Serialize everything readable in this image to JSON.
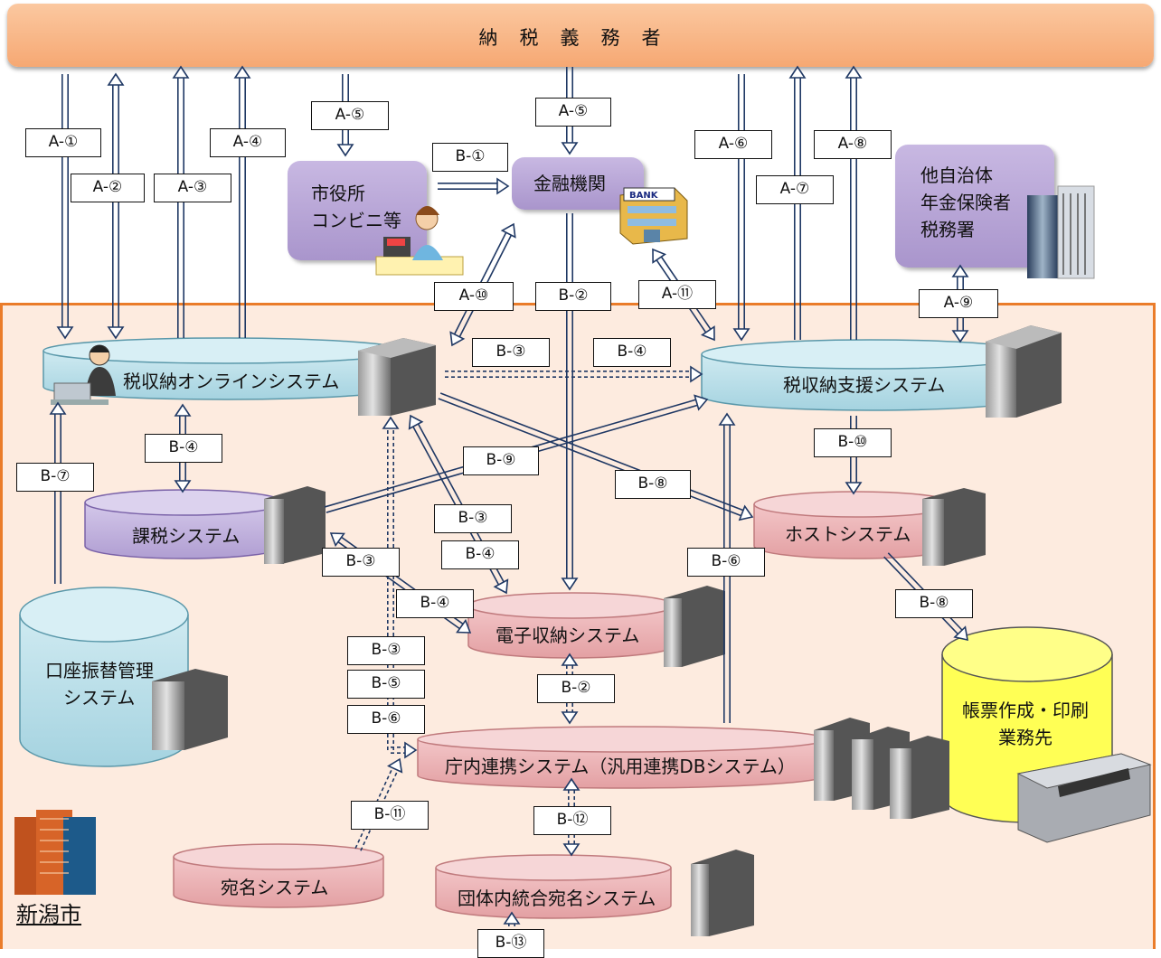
{
  "header": {
    "title": "納税義務者"
  },
  "nodes": {
    "city_office": [
      "市役所",
      "コンビニ等"
    ],
    "bank": "金融機関",
    "bank_sign": "BANK",
    "other_orgs": [
      "他自治体",
      "年金保険者",
      "税務署"
    ],
    "tax_online": "税収納オンラインシステム",
    "tax_support": "税収納支援システム",
    "taxation": "課税システム",
    "host": "ホストシステム",
    "e_payment": "電子収納システム",
    "account_transfer": [
      "口座振替管理",
      "システム"
    ],
    "form_printing": [
      "帳票作成・印刷",
      "業務先"
    ],
    "internal_link": "庁内連携システム（汎用連携DBシステム）",
    "address": "宛名システム",
    "integrated_address": "団体内統合宛名システム",
    "city": "新潟市"
  },
  "labels": {
    "a1": "A-①",
    "a2": "A-②",
    "a3": "A-③",
    "a4": "A-④",
    "a5_left": "A-⑤",
    "a5_right": "A-⑤",
    "a6": "A-⑥",
    "a7": "A-⑦",
    "a8": "A-⑧",
    "a9": "A-⑨",
    "a10": "A-⑩",
    "a11": "A-⑪",
    "b1": "B-①",
    "b2_top": "B-②",
    "b2_bottom": "B-②",
    "b3_top": "B-③",
    "b3_mid": "B-③",
    "b3_left": "B-③",
    "b3_lower": "B-③",
    "b4_top": "B-④",
    "b4_left": "B-④",
    "b4_mid": "B-④",
    "b4_lower": "B-④",
    "b5": "B-⑤",
    "b6_left": "B-⑥",
    "b6_right": "B-⑥",
    "b7": "B-⑦",
    "b8_top": "B-⑧",
    "b8_lower": "B-⑧",
    "b9": "B-⑨",
    "b10": "B-⑩",
    "b11": "B-⑪",
    "b12": "B-⑫",
    "b13": "B-⑬"
  },
  "colors": {
    "header": "#f6a873",
    "city_border": "#ea7c2a",
    "city_fill": "#fdebdf",
    "cylinder_blue": "#b7dfe8",
    "cylinder_purple": "#c4b6de",
    "cylinder_pink": "#ecb1b3",
    "cylinder_yellow": "#ffff66",
    "arrow": "#1f3864"
  }
}
